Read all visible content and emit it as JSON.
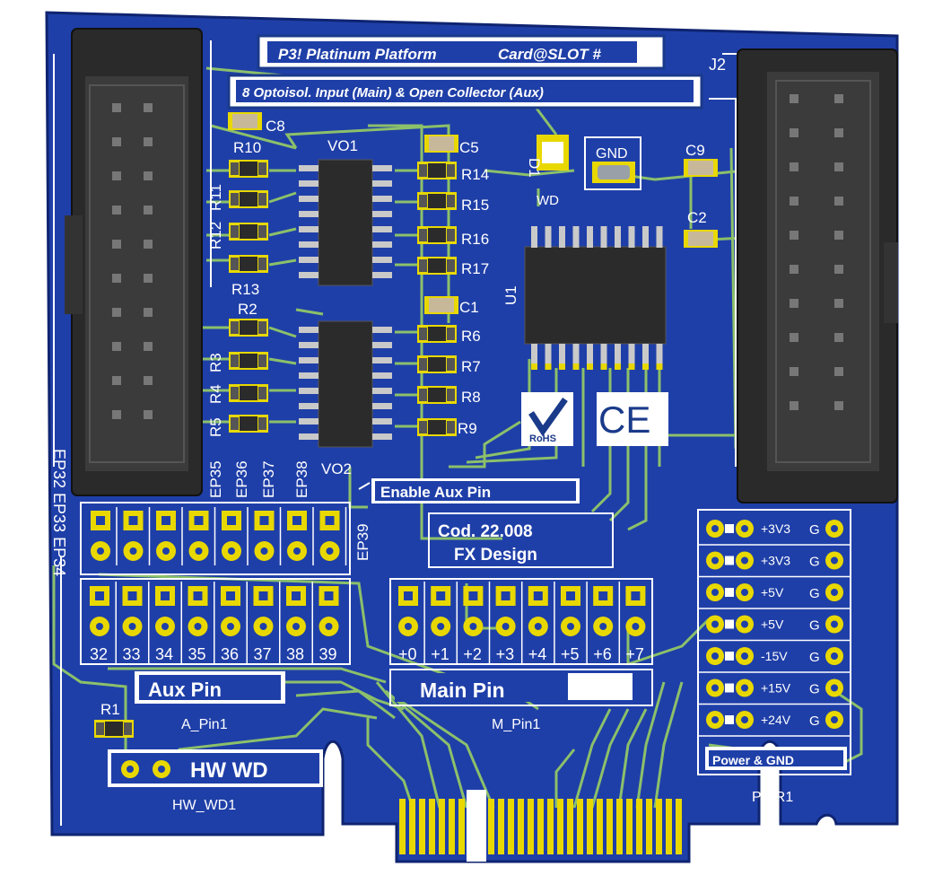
{
  "header": {
    "title_label": "P3! Platinum Platform",
    "card_label": "Card@SLOT #",
    "subtitle": "8 Optoisol. Input (Main) & Open Collector (Aux)"
  },
  "connectors": {
    "left": "",
    "right": "J2"
  },
  "components": {
    "vo1": "VO1",
    "vo2": "VO2",
    "u1": "U1",
    "d1": "D1",
    "wd": "WD",
    "gnd": "GND",
    "c1": "C1",
    "c2": "C2",
    "c5": "C5",
    "c8": "C8",
    "c9": "C9",
    "r10": "R10",
    "r11": "R11",
    "r12": "R12",
    "r13": "R13",
    "r2": "R2",
    "r3": "R3",
    "r4": "R4",
    "r5": "R5",
    "r1": "R1",
    "r14": "R14",
    "r15": "R15",
    "r16": "R16",
    "r17": "R17",
    "r6": "R6",
    "r7": "R7",
    "r8": "R8",
    "r9": "R9"
  },
  "ep_labels": [
    "EP35",
    "EP36",
    "EP37",
    "EP38"
  ],
  "ep39": "EP39",
  "ep_side": "EP32 EP33 EP34",
  "enable_aux": "Enable Aux Pin",
  "cod": {
    "line1": "Cod. 22.008",
    "line2": "FX Design"
  },
  "logos": {
    "rohs": "RoHS",
    "ce": "CE"
  },
  "aux": {
    "pins": [
      "32",
      "33",
      "34",
      "35",
      "36",
      "37",
      "38",
      "39"
    ],
    "label": "Aux Pin",
    "designator": "A_Pin1"
  },
  "main": {
    "pins": [
      "+0",
      "+1",
      "+2",
      "+3",
      "+4",
      "+5",
      "+6",
      "+7"
    ],
    "label": "Main Pin",
    "designator": "M_Pin1"
  },
  "power": {
    "rows": [
      {
        "v": "+3V3",
        "g": "G"
      },
      {
        "v": "+3V3",
        "g": "G"
      },
      {
        "v": "+5V",
        "g": "G"
      },
      {
        "v": "+5V",
        "g": "G"
      },
      {
        "v": "-15V",
        "g": "G"
      },
      {
        "v": "+15V",
        "g": "G"
      },
      {
        "v": "+24V",
        "g": "G"
      }
    ],
    "label": "Power & GND",
    "designator": "PWR1"
  },
  "hwwd": {
    "label": "HW WD",
    "designator": "HW_WD1"
  },
  "colors": {
    "pcb": "#1f3fa8",
    "trace": "#8cc06a",
    "gold": "#e8d800",
    "silk": "#ffffff",
    "connector": "#2b2b2b"
  }
}
